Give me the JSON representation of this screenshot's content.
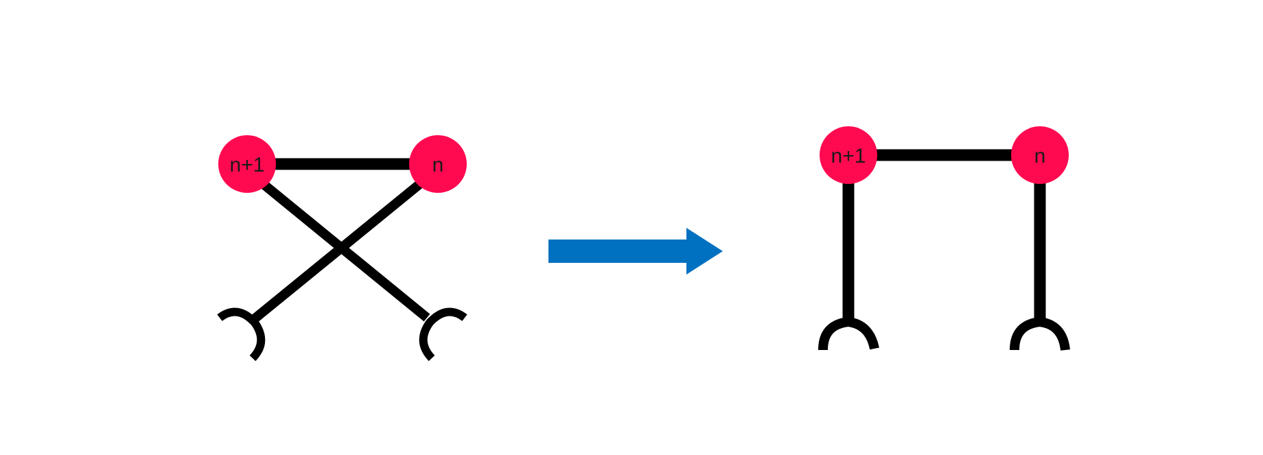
{
  "colors": {
    "node_fill": "#ff0a50",
    "edge": "#000000",
    "arrow": "#0070c0",
    "background": "#ffffff"
  },
  "left_diagram": {
    "nodes": [
      {
        "label": "n+1"
      },
      {
        "label": "n"
      }
    ]
  },
  "right_diagram": {
    "nodes": [
      {
        "label": "n+1"
      },
      {
        "label": "n"
      }
    ]
  }
}
